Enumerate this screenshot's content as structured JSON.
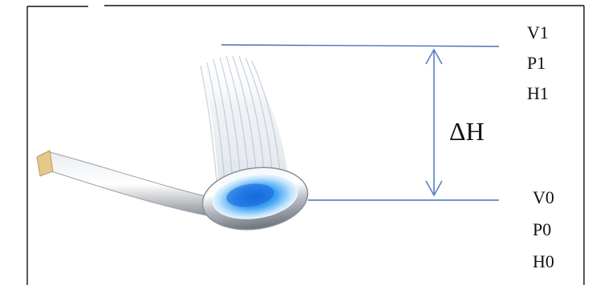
{
  "diagram": {
    "top_labels": [
      "V1",
      "P1",
      "H1"
    ],
    "bottom_labels": [
      "V0",
      "P0",
      "H0"
    ],
    "height_label": "ΔH"
  },
  "colors": {
    "line": "#4a6fb5",
    "arrow": "#5a7fc8",
    "frame": "#111111",
    "water_blue": "#2d8cf0",
    "chrome": "#c8ccd2"
  }
}
